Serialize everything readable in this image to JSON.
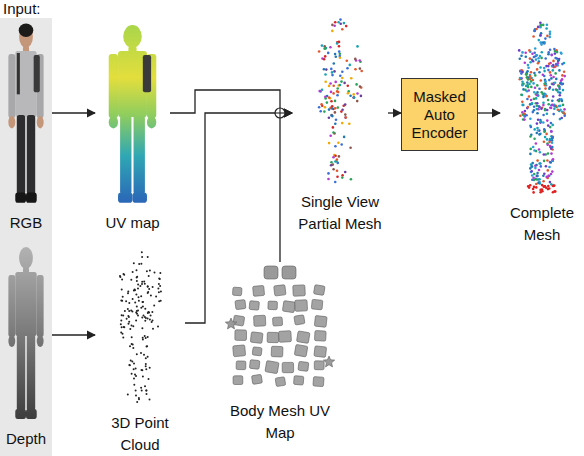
{
  "diagram": {
    "nodes": [
      {
        "text": [
          "RGB"
        ]
      },
      {
        "text": [
          "UV map"
        ]
      },
      {
        "text": [
          "Single View Partial Mesh"
        ]
      },
      {
        "text": [
          "Masked Auto Encoder"
        ]
      },
      {
        "text": [
          "Complete Mesh"
        ]
      },
      {
        "text": [
          "Depth"
        ]
      },
      {
        "text": [
          "3D Point Cloud"
        ]
      },
      {
        "text": [
          "Body Mesh UV Map"
        ]
      }
    ],
    "edges": [
      {
        "from": 0,
        "to": 1,
        "arrow": "to"
      },
      {
        "from": 1,
        "to": 2,
        "arrow": "to"
      },
      {
        "from": 6,
        "to": 2,
        "arrow": "to"
      },
      {
        "from": 7,
        "to": 2,
        "arrow": "to"
      },
      {
        "from": 2,
        "to": 3,
        "arrow": "to"
      },
      {
        "from": 3,
        "to": 4,
        "arrow": "to"
      },
      {
        "from": 5,
        "to": 6,
        "arrow": "to"
      }
    ],
    "labels": [
      "Input:"
    ]
  }
}
